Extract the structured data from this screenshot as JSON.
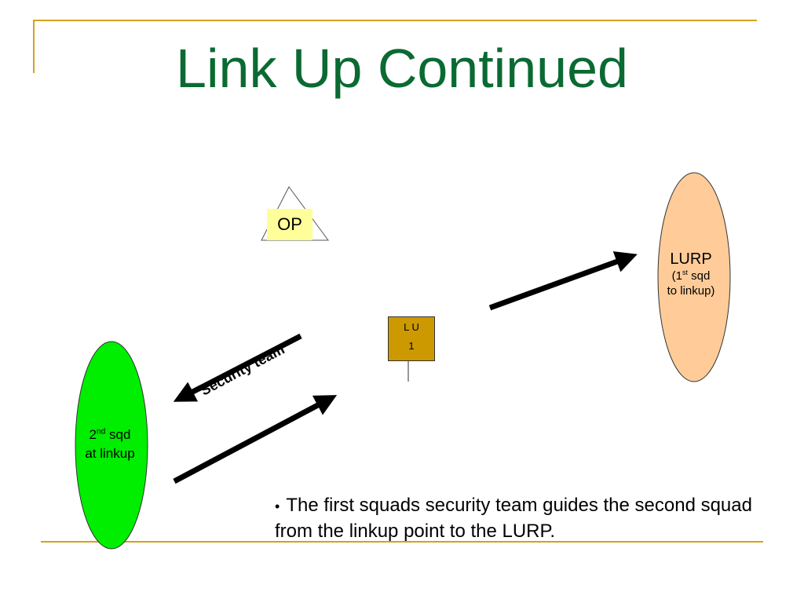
{
  "title": "Link Up Continued",
  "op": {
    "label": "OP"
  },
  "lu": {
    "line1": "L U",
    "line2": "1"
  },
  "lurp": {
    "title": "LURP",
    "sub_prefix": "(1",
    "sub_sup": "st",
    "sub_suffix": " sqd",
    "sub_line2": "to linkup)"
  },
  "second_squad": {
    "prefix": "2",
    "sup": "nd",
    "suffix": " sqd",
    "line2": "at linkup"
  },
  "security_label": "Security team",
  "bullet": "The first squads security team guides the second squad from the linkup point to the LURP.",
  "colors": {
    "title": "#0a6a32",
    "gold_rule": "#d4a21e",
    "lurp_fill": "#ffcc99",
    "squad_fill": "#00ee00",
    "lu_fill": "#cc9900",
    "op_fill": "#ffff99"
  }
}
